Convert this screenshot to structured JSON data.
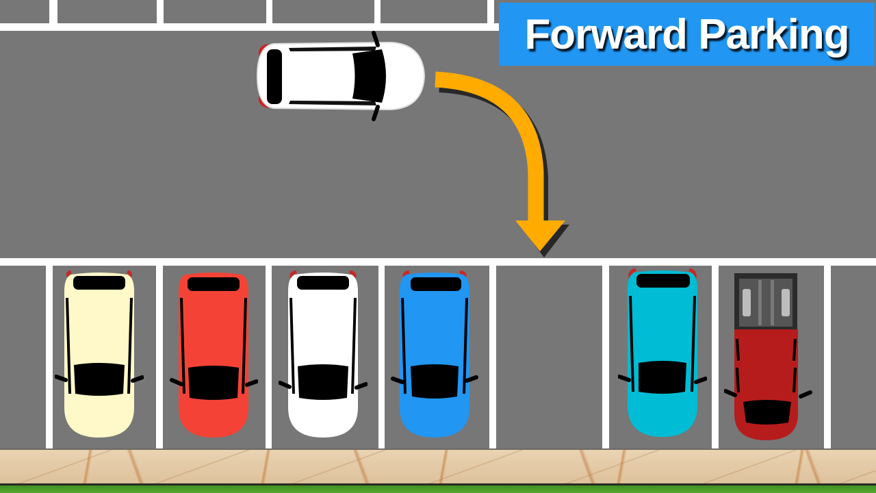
{
  "scene": {
    "title": "Forward Parking",
    "colors": {
      "asphalt": "#777777",
      "lines": "#ffffff",
      "title_bg": "#2196f3",
      "title_text": "#ffffff",
      "arrow": "#ffab00",
      "curb": "#e3c9a5",
      "grass": "#4a9a28"
    },
    "moving_car": {
      "color": "#ffffff",
      "orientation": "facing-right",
      "label": "white hatchback"
    },
    "arrow": {
      "direction": "curve right then down",
      "target_spot": 5
    },
    "parking_spots": [
      {
        "index": 1,
        "occupied": false,
        "car": null
      },
      {
        "index": 2,
        "occupied": true,
        "car": {
          "type": "hatchback",
          "color": "#fff8c8",
          "name": "cream"
        }
      },
      {
        "index": 3,
        "occupied": true,
        "car": {
          "type": "hatchback",
          "color": "#f44336",
          "name": "red"
        }
      },
      {
        "index": 4,
        "occupied": true,
        "car": {
          "type": "hatchback",
          "color": "#ffffff",
          "name": "white"
        }
      },
      {
        "index": 5,
        "occupied": true,
        "car": {
          "type": "hatchback",
          "color": "#2196f3",
          "name": "blue"
        }
      },
      {
        "index": 6,
        "occupied": false,
        "car": null,
        "target": true
      },
      {
        "index": 7,
        "occupied": true,
        "car": {
          "type": "hatchback",
          "color": "#00bcd4",
          "name": "cyan"
        }
      },
      {
        "index": 8,
        "occupied": true,
        "car": {
          "type": "pickup",
          "color": "#b71c1c",
          "name": "dark red pickup"
        }
      },
      {
        "index": 9,
        "occupied": false,
        "car": null
      }
    ]
  }
}
